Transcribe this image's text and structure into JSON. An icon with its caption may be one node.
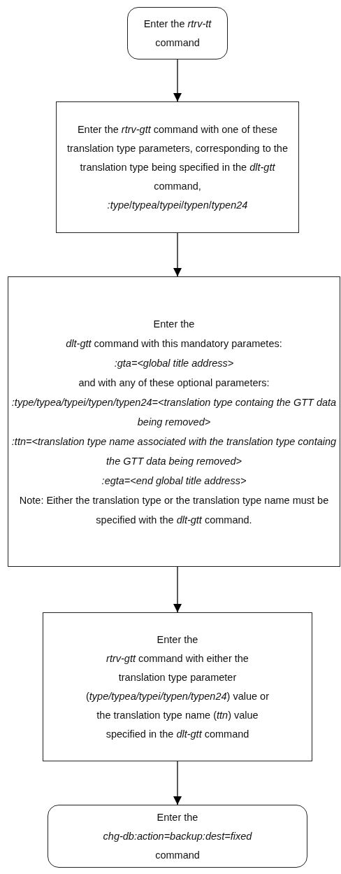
{
  "diagram": {
    "nodes": [
      {
        "text": [
          "Enter the *rtrv-tt* command"
        ]
      },
      {
        "text": [
          "Enter the *rtrv-gtt* command with one of these translation type parameters, corresponding to the translation type being specified in the *dlt-gtt* command,",
          "*:type*/*typea*/*typei*/*typen*/*typen24*"
        ]
      },
      {
        "text": [
          "Enter the",
          "*dlt-gtt* command with this mandatory parametes:",
          ":gta=<global title address>",
          "and with any of these optional parameters:",
          ":type/typea/typei/typen/typen24=<translation type containg the GTT data being removed>",
          ":ttn=<translation type name associated with the translation type containg the GTT data being removed>",
          ":egta=<end global title address>",
          "Note: Either the translation type or the translation type name must be specified with the *dlt-gtt* command."
        ]
      },
      {
        "text": [
          "Enter the",
          "*rtrv-gtt* command with either the translation type parameter (*type/typea/typei/typen/typen24*) value or the translation type name (*ttn*) value specified in the *dlt-gtt* command"
        ]
      },
      {
        "text": [
          "Enter the",
          "chg-db:action=backup:dest=fixed",
          "command"
        ]
      }
    ],
    "edges": [
      {
        "from": 0,
        "to": 1,
        "arrow": "to"
      },
      {
        "from": 1,
        "to": 2,
        "arrow": "to"
      },
      {
        "from": 2,
        "to": 3,
        "arrow": "to"
      },
      {
        "from": 3,
        "to": 4,
        "arrow": "to"
      }
    ]
  }
}
